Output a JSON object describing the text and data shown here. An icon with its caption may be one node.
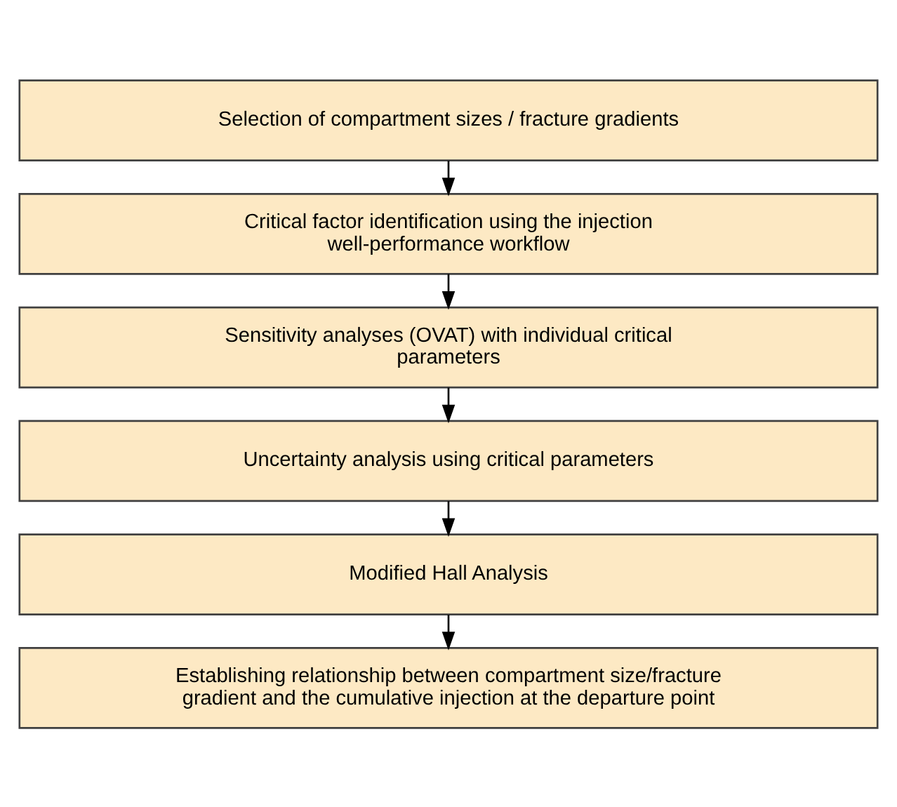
{
  "diagram": {
    "nodes": [
      {
        "text": [
          "Selection of compartment sizes / fracture gradients"
        ]
      },
      {
        "text": [
          "Critical factor identification using the injection well-performance workflow"
        ]
      },
      {
        "text": [
          "Sensitivity analyses (OVAT) with individual critical parameters"
        ]
      },
      {
        "text": [
          "Uncertainty analysis using critical parameters"
        ]
      },
      {
        "text": [
          "Modified Hall Analysis"
        ]
      },
      {
        "text": [
          "Establishing relationship between compartment size/fracture gradient and the cumulative injection at the departure point"
        ]
      }
    ],
    "edges": [
      {
        "from": 0,
        "to": 1,
        "arrow": "to"
      },
      {
        "from": 1,
        "to": 2,
        "arrow": "to"
      },
      {
        "from": 2,
        "to": 3,
        "arrow": "to"
      },
      {
        "from": 3,
        "to": 4,
        "arrow": "to"
      },
      {
        "from": 4,
        "to": 5,
        "arrow": "to"
      }
    ]
  }
}
